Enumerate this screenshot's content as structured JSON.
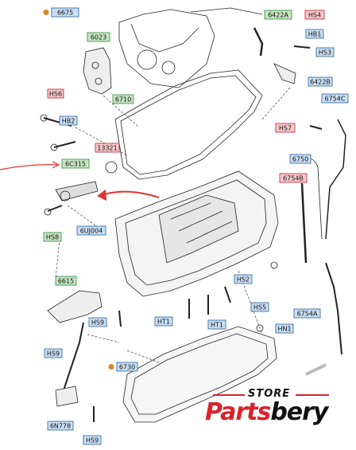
{
  "labels": [
    {
      "id": "6675",
      "text": "6675",
      "kind": "blue",
      "dot": true
    },
    {
      "id": "6023",
      "text": "6023",
      "kind": "green"
    },
    {
      "id": "6422A",
      "text": "6422A",
      "kind": "green"
    },
    {
      "id": "HS4",
      "text": "HS4",
      "kind": "red"
    },
    {
      "id": "HB1",
      "text": "HB1",
      "kind": "blue"
    },
    {
      "id": "HS3",
      "text": "HS3",
      "kind": "blue"
    },
    {
      "id": "6422B",
      "text": "6422B",
      "kind": "blue"
    },
    {
      "id": "6710",
      "text": "6710",
      "kind": "green"
    },
    {
      "id": "6754C",
      "text": "6754C",
      "kind": "blue"
    },
    {
      "id": "HS6",
      "text": "HS6",
      "kind": "red"
    },
    {
      "id": "HB2",
      "text": "HB2",
      "kind": "blue"
    },
    {
      "id": "HS7",
      "text": "HS7",
      "kind": "red"
    },
    {
      "id": "13321",
      "text": "13321",
      "kind": "red"
    },
    {
      "id": "6C315",
      "text": "6C315",
      "kind": "green"
    },
    {
      "id": "6750",
      "text": "6750",
      "kind": "blue"
    },
    {
      "id": "6754B",
      "text": "6754B",
      "kind": "red"
    },
    {
      "id": "6UJ004",
      "text": "6UJ004",
      "kind": "blue"
    },
    {
      "id": "HS8",
      "text": "HS8",
      "kind": "green"
    },
    {
      "id": "6615",
      "text": "6615",
      "kind": "green"
    },
    {
      "id": "HS2",
      "text": "HS2",
      "kind": "blue"
    },
    {
      "id": "HS5",
      "text": "HS5",
      "kind": "blue"
    },
    {
      "id": "6754A",
      "text": "6754A",
      "kind": "blue"
    },
    {
      "id": "HS9a",
      "text": "HS9",
      "kind": "blue"
    },
    {
      "id": "HT1a",
      "text": "HT1",
      "kind": "blue"
    },
    {
      "id": "HT1b",
      "text": "HT1",
      "kind": "blue"
    },
    {
      "id": "HN1",
      "text": "HN1",
      "kind": "blue"
    },
    {
      "id": "HS9b",
      "text": "HS9",
      "kind": "blue"
    },
    {
      "id": "6730",
      "text": "6730",
      "kind": "blue",
      "dot": true
    },
    {
      "id": "6N778",
      "text": "6N778",
      "kind": "blue"
    },
    {
      "id": "HS9c",
      "text": "HS9",
      "kind": "blue"
    }
  ],
  "colors": {
    "green": "#c7e5c2",
    "blue": "#c9def2",
    "red": "#f6c8cc",
    "green_border": "#2d8a3c",
    "blue_border": "#2a5f9a",
    "red_border": "#c21f2f",
    "dot": "#d8852a",
    "arrow": "#e0312e"
  },
  "watermark": {
    "store": "STORE",
    "brand_part1": "Parts",
    "brand_part2": "bery"
  }
}
